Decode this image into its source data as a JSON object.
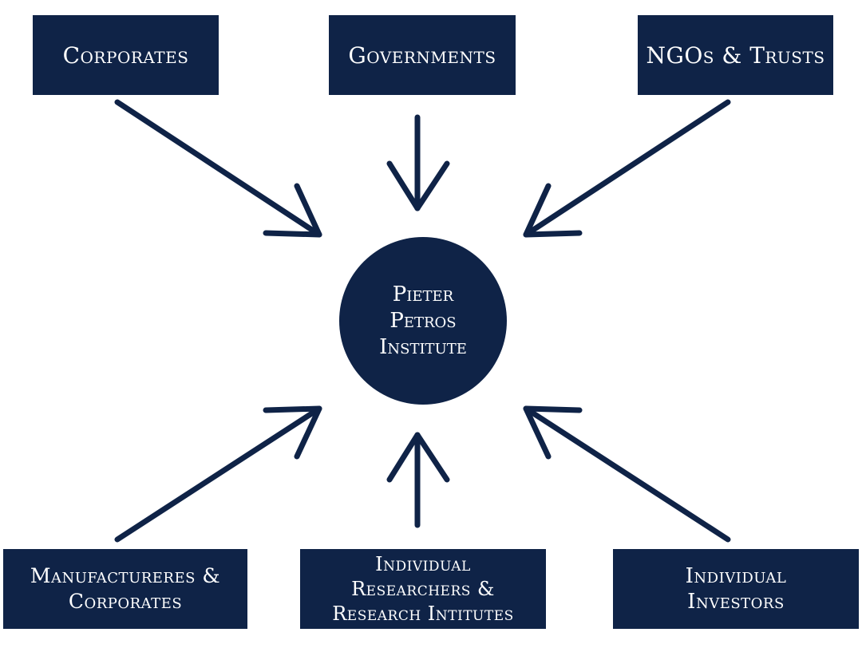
{
  "hub": {
    "lines": [
      "Pieter",
      "Petros",
      "Institute"
    ]
  },
  "sources": {
    "corporates": {
      "lines": [
        "Corporates"
      ]
    },
    "governments": {
      "lines": [
        "Governments"
      ]
    },
    "ngos": {
      "lines": [
        "NGOs & Trusts"
      ]
    },
    "manufacturers": {
      "lines": [
        "Manufactureres &",
        "Corporates"
      ]
    },
    "researchers": {
      "lines": [
        "Individual",
        "Researchers &",
        "Research Intitutes"
      ]
    },
    "investors": {
      "lines": [
        "Individual",
        "Investors"
      ]
    }
  },
  "colors": {
    "navy": "#0f2347",
    "text": "#ffffff",
    "background": "#ffffff"
  }
}
